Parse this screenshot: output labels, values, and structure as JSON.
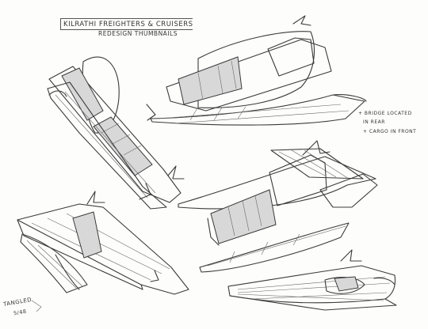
{
  "sheet": {
    "title": "Kilrathi Freighters & Cruisers",
    "subtitle": "Redesign Thumbnails",
    "notes": [
      "+ Bridge Located",
      "In Rear",
      "+ Cargo In Front"
    ],
    "signature": [
      "Tangled",
      "5/48"
    ]
  },
  "icons": {
    "freighter_sketches": [
      "upper-right-ship-icon",
      "left-vertical-ship-icon",
      "middle-right-ship-icon",
      "lower-left-ship-icon",
      "lower-right-ship-icon"
    ]
  }
}
